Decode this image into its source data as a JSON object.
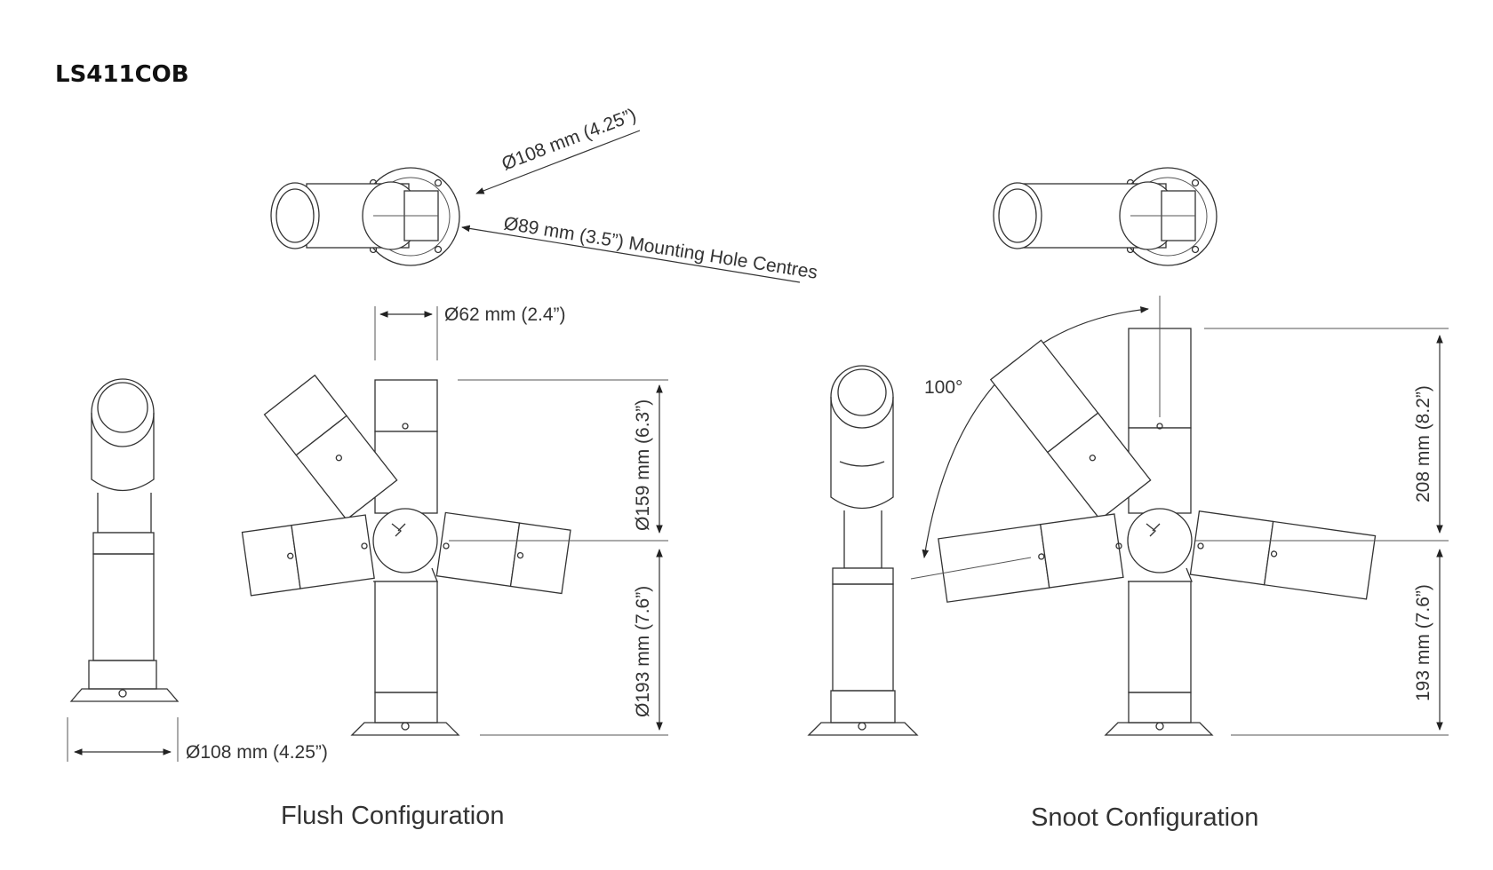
{
  "product_code": "LS411COB",
  "dimensions": {
    "outer_diameter_top": "Ø108 mm (4.25”)",
    "mounting_hole": "Ø89 mm (3.5”) Mounting Hole Centres",
    "stem_diameter": "Ø62 mm (2.4”)",
    "base_diameter": "Ø108 mm (4.25”)",
    "flush_upper_height": "Ø159 mm (6.3”)",
    "flush_lower_height": "Ø193 mm (7.6”)",
    "snoot_upper_height": "208 mm (8.2”)",
    "snoot_lower_height": "193 mm (7.6”)",
    "tilt_angle": "100°"
  },
  "captions": {
    "flush": "Flush Configuration",
    "snoot": "Snoot Configuration"
  }
}
